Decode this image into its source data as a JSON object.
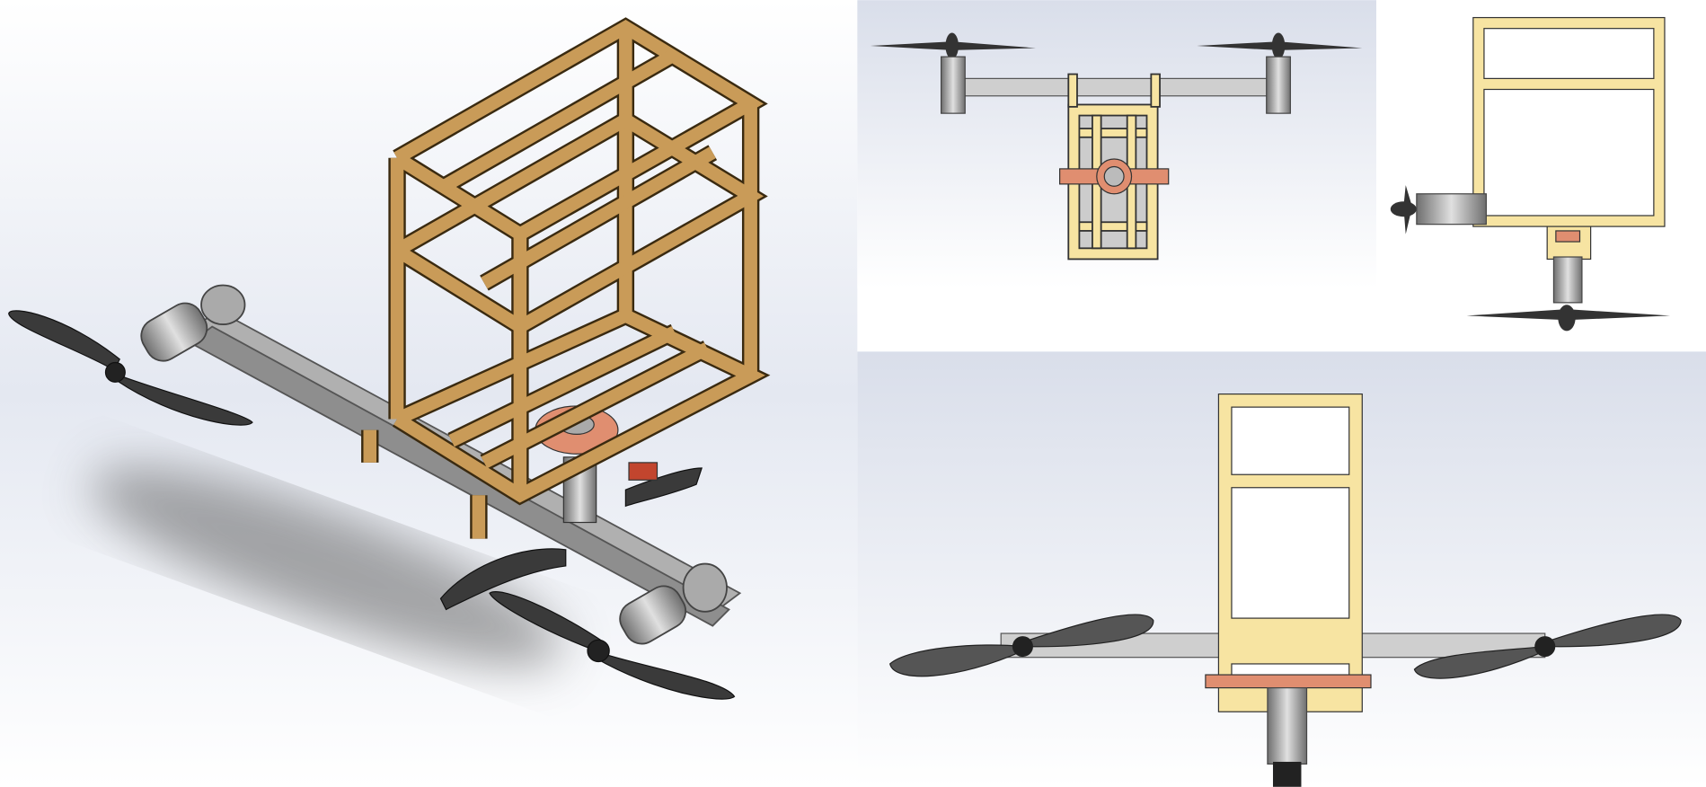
{
  "views": [
    {
      "id": "isometric"
    },
    {
      "id": "top"
    },
    {
      "id": "side"
    },
    {
      "id": "front"
    }
  ],
  "colors": {
    "frame_iso": "#c99b58",
    "frame_ortho": "#f7e4a2",
    "frame_edge": "#3a2a10",
    "arm": "#b8b8b8",
    "propeller": "#3a3a3a",
    "motor": "#9a9a9a",
    "mount": "#e08e70"
  }
}
